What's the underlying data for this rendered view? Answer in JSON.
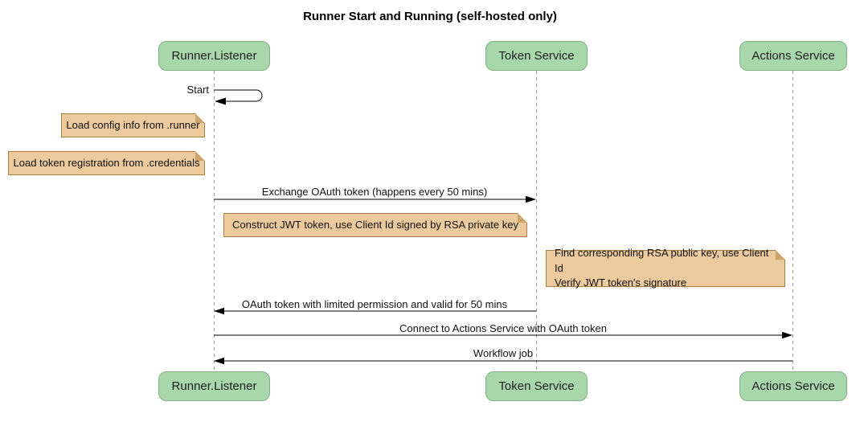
{
  "title": "Runner Start and Running (self-hosted only)",
  "participants": [
    {
      "label": "Runner.Listener"
    },
    {
      "label": "Token Service"
    },
    {
      "label": "Actions Service"
    }
  ],
  "messages": [
    {
      "label": "Start",
      "from": "Runner.Listener",
      "to": "Runner.Listener",
      "kind": "self"
    },
    {
      "label": "Exchange OAuth token (happens every 50 mins)",
      "from": "Runner.Listener",
      "to": "Token Service",
      "kind": "solid"
    },
    {
      "label": "OAuth token with limited permission and valid for 50 mins",
      "from": "Token Service",
      "to": "Runner.Listener",
      "kind": "solid"
    },
    {
      "label": "Connect to Actions Service with OAuth token",
      "from": "Runner.Listener",
      "to": "Actions Service",
      "kind": "solid"
    },
    {
      "label": "Workflow job",
      "from": "Actions Service",
      "to": "Runner.Listener",
      "kind": "solid"
    }
  ],
  "notes": [
    {
      "text": "Load config info from .runner"
    },
    {
      "text": "Load token registration from .credentials"
    },
    {
      "text": "Construct JWT token, use Client Id signed by RSA private key"
    },
    {
      "text": "Find corresponding RSA public key, use Client Id\nVerify JWT token's signature"
    }
  ],
  "colors": {
    "participant_fill": "#a7d7ab",
    "participant_border": "#82ad85",
    "note_fill": "#ecca9e",
    "note_border": "#a9803f",
    "lifeline": "#999999",
    "arrow": "#000000",
    "background": "#ffffff"
  }
}
